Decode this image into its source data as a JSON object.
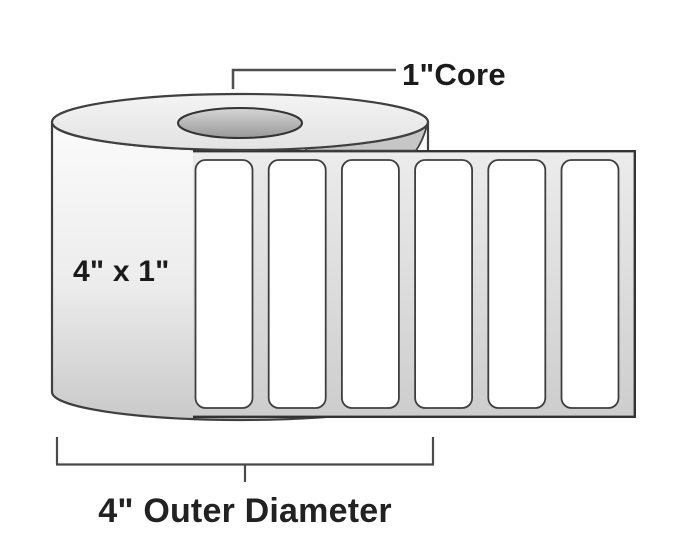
{
  "diagram": {
    "name": "label-roll-dimensions-diagram",
    "annotations": {
      "core": {
        "text": "1\"Core"
      },
      "label_size": {
        "text": "4\" x 1\""
      },
      "outer_diameter": {
        "text": "4\" Outer Diameter"
      }
    },
    "labels_visible_count": 6,
    "colors": {
      "background": "#ffffff",
      "outline": "#3f3f3f",
      "roll_face_light": "#fbfbfb",
      "roll_face_dark": "#c9c9c9",
      "top_face_light": "#f4f4f4",
      "top_face_dark": "#e2e2e2",
      "core_light": "#d6d6d6",
      "core_dark": "#999999",
      "liner_light": "#ececec",
      "liner_dark": "#cdcdcd",
      "wedge": "#c6c6c6",
      "label_fill": "#ffffff",
      "annotation_line": "#4f4f4f",
      "text": "#1b1b1b"
    }
  }
}
